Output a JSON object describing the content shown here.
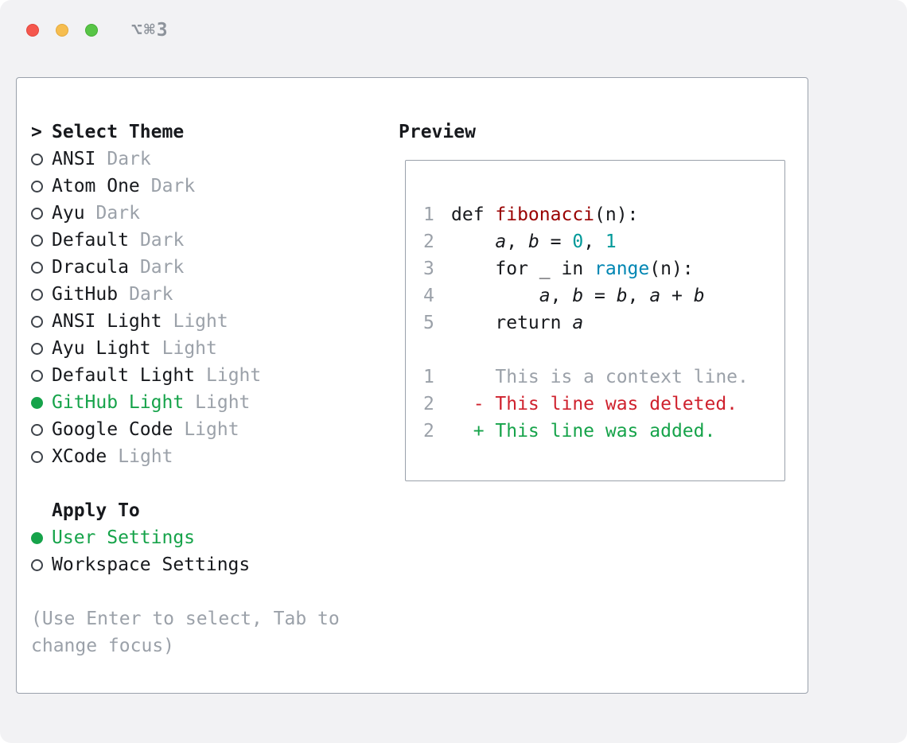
{
  "window": {
    "shortcut": "⌥⌘3"
  },
  "panel": {
    "theme_section": {
      "cursor": ">",
      "title": "Select Theme",
      "items": [
        {
          "name": "ANSI",
          "variant": "Dark",
          "selected": false
        },
        {
          "name": "Atom One",
          "variant": "Dark",
          "selected": false
        },
        {
          "name": "Ayu",
          "variant": "Dark",
          "selected": false
        },
        {
          "name": "Default",
          "variant": "Dark",
          "selected": false
        },
        {
          "name": "Dracula",
          "variant": "Dark",
          "selected": false
        },
        {
          "name": "GitHub",
          "variant": "Dark",
          "selected": false
        },
        {
          "name": "ANSI Light",
          "variant": "Light",
          "selected": false
        },
        {
          "name": "Ayu Light",
          "variant": "Light",
          "selected": false
        },
        {
          "name": "Default Light",
          "variant": "Light",
          "selected": false
        },
        {
          "name": "GitHub Light",
          "variant": "Light",
          "selected": true
        },
        {
          "name": "Google Code",
          "variant": "Light",
          "selected": false
        },
        {
          "name": "XCode",
          "variant": "Light",
          "selected": false
        }
      ]
    },
    "apply_section": {
      "title": "Apply To",
      "items": [
        {
          "name": "User Settings",
          "selected": true
        },
        {
          "name": "Workspace Settings",
          "selected": false
        }
      ]
    },
    "help_text": "(Use Enter to select, Tab to change focus)"
  },
  "preview": {
    "title": "Preview",
    "lines": [
      {
        "num": "1",
        "segments": [
          {
            "t": "def ",
            "c": "plain"
          },
          {
            "t": "fibonacci",
            "c": "func"
          },
          {
            "t": "(n):",
            "c": "plain"
          }
        ]
      },
      {
        "num": "2",
        "segments": [
          {
            "t": "    ",
            "c": "plain"
          },
          {
            "t": "a",
            "c": "var"
          },
          {
            "t": ", ",
            "c": "plain"
          },
          {
            "t": "b",
            "c": "var"
          },
          {
            "t": " = ",
            "c": "plain"
          },
          {
            "t": "0",
            "c": "num"
          },
          {
            "t": ", ",
            "c": "plain"
          },
          {
            "t": "1",
            "c": "num"
          }
        ]
      },
      {
        "num": "3",
        "segments": [
          {
            "t": "    for _ in ",
            "c": "plain"
          },
          {
            "t": "range",
            "c": "builtin"
          },
          {
            "t": "(n):",
            "c": "plain"
          }
        ]
      },
      {
        "num": "4",
        "segments": [
          {
            "t": "        ",
            "c": "plain"
          },
          {
            "t": "a",
            "c": "var"
          },
          {
            "t": ", ",
            "c": "plain"
          },
          {
            "t": "b",
            "c": "var"
          },
          {
            "t": " = ",
            "c": "plain"
          },
          {
            "t": "b",
            "c": "var"
          },
          {
            "t": ", ",
            "c": "plain"
          },
          {
            "t": "a",
            "c": "var"
          },
          {
            "t": " + ",
            "c": "plain"
          },
          {
            "t": "b",
            "c": "var"
          }
        ]
      },
      {
        "num": "5",
        "segments": [
          {
            "t": "    return ",
            "c": "plain"
          },
          {
            "t": "a",
            "c": "var"
          }
        ]
      },
      {
        "num": "",
        "segments": []
      },
      {
        "num": "1",
        "segments": [
          {
            "t": "    This is a context line.",
            "c": "context"
          }
        ]
      },
      {
        "num": "2",
        "segments": [
          {
            "t": "  - This line was deleted.",
            "c": "deleted"
          }
        ]
      },
      {
        "num": "2",
        "segments": [
          {
            "t": "  + This line was added.",
            "c": "added"
          }
        ]
      }
    ]
  },
  "colors": {
    "accent_green": "#16a34a",
    "deleted_red": "#cf222e",
    "function_red": "#990000",
    "number_teal": "#009999",
    "builtin_blue": "#0086b3",
    "muted_gray": "#9ba1a9"
  }
}
